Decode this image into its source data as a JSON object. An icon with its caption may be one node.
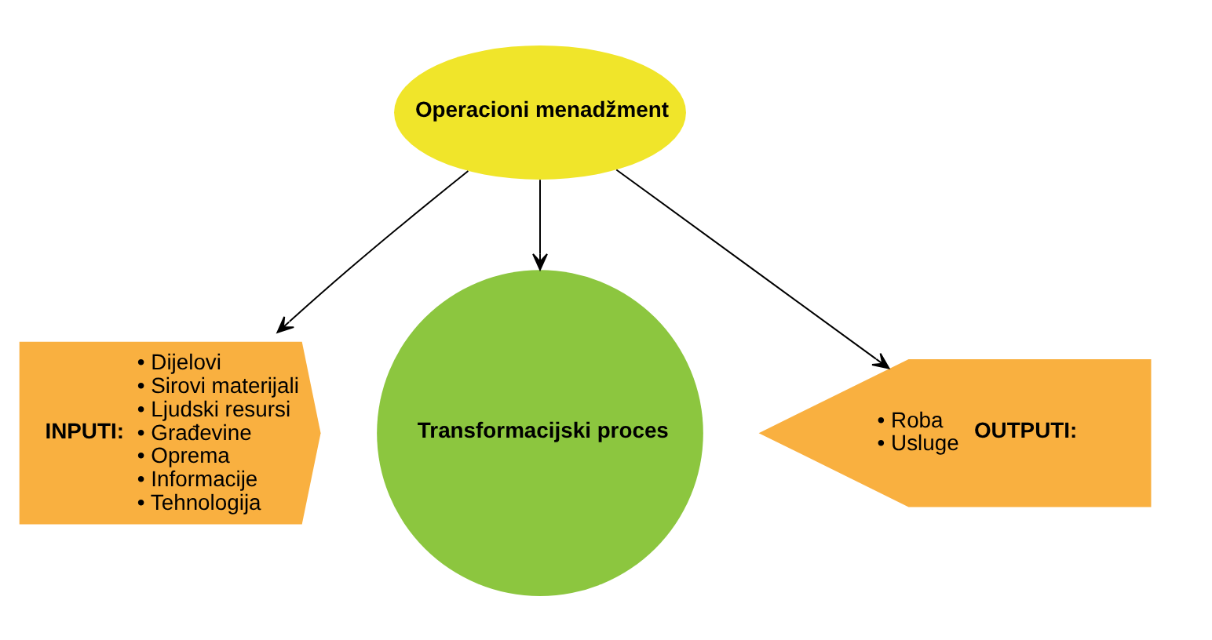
{
  "diagram": {
    "nodes": [
      {
        "text": [
          "Operacioni menadžment"
        ]
      },
      {
        "text": [
          "INPUTI:",
          "• Dijelovi",
          "• Sirovi materijali",
          "• Ljudski resursi",
          "• Građevine",
          "• Oprema",
          "• Informacije",
          "• Tehnologija"
        ]
      },
      {
        "text": [
          "Transformacijski proces"
        ]
      },
      {
        "text": [
          "• Roba",
          "• Usluge",
          "OUTPUTI:"
        ]
      }
    ],
    "edges": [
      {
        "from": 0,
        "to": 1,
        "arrow": "to"
      },
      {
        "from": 0,
        "to": 2,
        "arrow": "to"
      },
      {
        "from": 0,
        "to": 3,
        "arrow": "to"
      }
    ]
  }
}
